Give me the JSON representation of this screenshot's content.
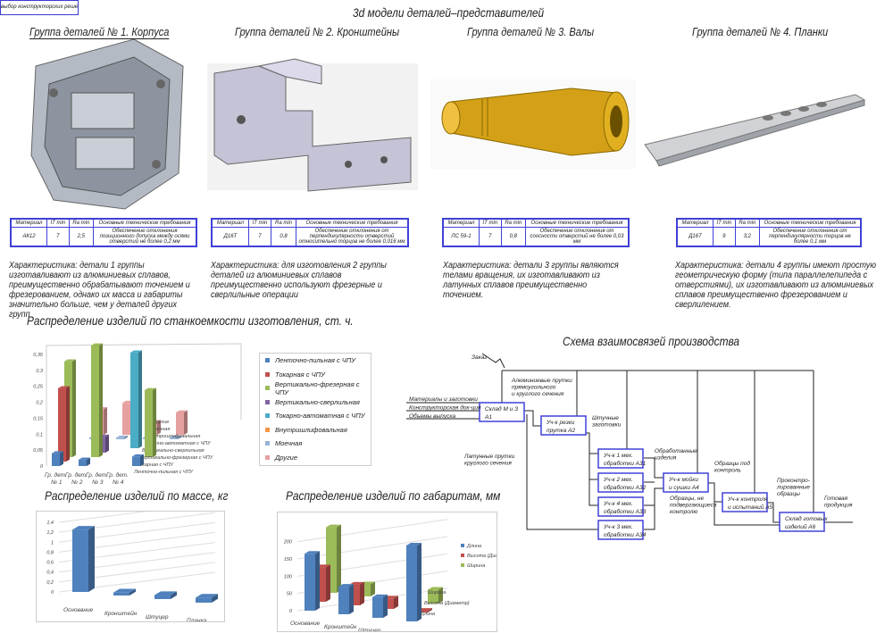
{
  "corner_tag": "выбор конструкторских решений",
  "title": "3d модели деталей–представителей",
  "groups": [
    {
      "title": "Группа деталей № 1. Корпуса",
      "material": "АК12",
      "it": "7",
      "ra": "2,5",
      "req": "Обеспечение отклонения позиционного допуска между осями отверстий не более 0,2 мм",
      "desc": "Характеристика: детали 1 группы изготавливают из алюминиевых сплавов, преимущественно обрабатывают точением и фрезерованием, однако их масса и габариты значительно больше, чем у деталей других групп"
    },
    {
      "title": "Группа деталей № 2. Кронштейны",
      "material": "Д16Т",
      "it": "7",
      "ra": "0,8",
      "req": "Обеспечение отклонения от перпендикулярности отверстий относительно торцов не более 0,016 мм",
      "desc": "Характеристика: для изготовления 2 группы деталей из алюминиевых сплавов преимущественно используют фрезерные и сверлильные операции"
    },
    {
      "title": "Группа деталей № 3. Валы",
      "material": "ЛС 59-1",
      "it": "7",
      "ra": "0,8",
      "req": "Обеспечение отклонения от соосности отверстий не более 0,03 мм",
      "desc": "Характеристика: детали 3 группы являются телами вращения, их изготавливают из латунных сплавов преимущественно точением."
    },
    {
      "title": "Группа деталей № 4. Планки",
      "material": "Д16Т",
      "it": "9",
      "ra": "3,2",
      "req": "Обеспечение отклонения от перпендикулярности торцов не более 0,1 мм",
      "desc": "Характеристика: детали 4 группы имеют простую геометрическую форму (типа параллелепипеда с отверстиями), их изготавливают из алюминиевых сплавов преимущественно фрезерованием и сверлилением."
    }
  ],
  "table_headers": [
    "Материал",
    "IT min",
    "Ra min",
    "Основные технические требования"
  ],
  "colors": {
    "blue": "#4f81bd",
    "red": "#c0504d",
    "green": "#9bbb59",
    "purple": "#8064a2",
    "teal": "#4bacc6",
    "orange": "#f79646",
    "lightblue": "#95b3d7",
    "pink": "#e6a0a0",
    "frame": "#4040d8"
  },
  "chart_data": [
    {
      "type": "bar",
      "title": "Распределение изделий по станкоемкости изготовления, ст. ч.",
      "categories": [
        "Гр. дет. № 1",
        "Гр. дет. № 2",
        "Гр. дет. № 3",
        "Гр. дет. № 4"
      ],
      "ylim": [
        0,
        0.35
      ],
      "yticks": [
        "0",
        "0,05",
        "0,1",
        "0,15",
        "0,2",
        "0,25",
        "0,3",
        "0,35"
      ],
      "series": [
        {
          "name": "Ленточно-пильная с ЧПУ",
          "color": "#4f81bd",
          "values": [
            0.04,
            0.02,
            0,
            0.03
          ]
        },
        {
          "name": "Токарная с ЧПУ",
          "color": "#c0504d",
          "values": [
            0.23,
            0,
            0,
            0
          ]
        },
        {
          "name": "Вертикально-фрезерная с ЧПУ",
          "color": "#9bbb59",
          "values": [
            0.3,
            0.35,
            0,
            0.21
          ]
        },
        {
          "name": "Вертикально-сверлильная",
          "color": "#8064a2",
          "values": [
            0,
            0.05,
            0,
            0
          ]
        },
        {
          "name": "Токарно-автоматная с ЧПУ",
          "color": "#4bacc6",
          "values": [
            0,
            0,
            0.3,
            0
          ]
        },
        {
          "name": "Внутришлифовальная",
          "color": "#f79646",
          "values": [
            0,
            0,
            0,
            0
          ]
        },
        {
          "name": "Моечная",
          "color": "#95b3d7",
          "values": [
            0.005,
            0.005,
            0.005,
            0.005
          ]
        },
        {
          "name": "Другие",
          "color": "#e6a0a0",
          "values": [
            0.08,
            0.1,
            0.04,
            0.07
          ]
        }
      ]
    },
    {
      "type": "bar",
      "title": "Распределение изделий по массе, кг",
      "categories": [
        "Основание",
        "Кронштейн",
        "Штуцер",
        "Планка"
      ],
      "yticks": [
        "0",
        "0,2",
        "0,4",
        "0,6",
        "0,8",
        "1",
        "1,2",
        "1,4"
      ],
      "ylim": [
        0,
        1.4
      ],
      "series": [
        {
          "color": "#4f81bd",
          "values": [
            1.25,
            0.06,
            0.08,
            0.1
          ]
        }
      ]
    },
    {
      "type": "bar",
      "title": "Распределение изделий по габаритам, мм",
      "categories": [
        "Основание",
        "Кронштейн",
        "Штуцер",
        "Планка"
      ],
      "yticks": [
        "0",
        "50",
        "100",
        "150",
        "200"
      ],
      "ylim": [
        0,
        220
      ],
      "legend": "right",
      "series": [
        {
          "name": "Длина",
          "color": "#4f81bd",
          "values": [
            165,
            80,
            60,
            220
          ]
        },
        {
          "name": "Высота (Диаметр)",
          "color": "#c0504d",
          "values": [
            100,
            60,
            30,
            5
          ]
        },
        {
          "name": "Ширина",
          "color": "#9bbb59",
          "values": [
            190,
            35,
            0,
            40
          ]
        }
      ]
    }
  ],
  "scheme": {
    "title": "Схема взаимосвязей производства",
    "order": "Заказ",
    "inputs": [
      "Материалы и заготовки",
      "Конструкторская док-ция",
      "Объемы выпуска"
    ],
    "a1": [
      "Склад М и З",
      "А1"
    ],
    "a2": [
      "Уч-к резки",
      "прутка   А2"
    ],
    "a31": [
      "Уч-к 1 мех.",
      "обработки А31"
    ],
    "a32": [
      "Уч-к 2 мех.",
      "обработки А32"
    ],
    "a33": [
      "Уч-к 4 мех.",
      "обработки А33"
    ],
    "a34": [
      "Уч-к 3 мех.",
      "обработки А34"
    ],
    "a4": [
      "Уч-к мойки",
      "и сушки   А4"
    ],
    "a5": [
      "Уч-к контроля",
      "и испытаний А5"
    ],
    "a6": [
      "Склад готовых",
      "изделий   А6"
    ],
    "alu_bars": [
      "Алюминиевые прутки",
      "прямоугольного",
      "и круглого сечения"
    ],
    "brass_bars": [
      "Латунные прутки",
      "круглого сечения"
    ],
    "blanks": [
      "Штучные",
      "заготовки"
    ],
    "processed": [
      "Обработанные",
      "изделия"
    ],
    "samples": [
      "Образцы под",
      "контроль"
    ],
    "not_controlled": [
      "Образцы, не",
      "подвергающиеся",
      "контролю"
    ],
    "controlled": [
      "Проконтро-",
      "лированные",
      "образцы"
    ],
    "finished": [
      "Готовая",
      "продукция"
    ]
  }
}
